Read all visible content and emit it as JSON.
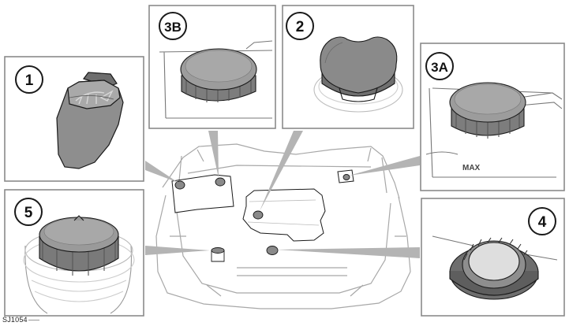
{
  "figure": {
    "reference_code": "SJ1054",
    "panels": [
      {
        "id": "p1",
        "label": "1",
        "part": "washer-reservoir-cap"
      },
      {
        "id": "p3b",
        "label": "3B",
        "part": "coolant-cap"
      },
      {
        "id": "p2",
        "label": "2",
        "part": "engine-oil-filler-cap"
      },
      {
        "id": "p3a",
        "label": "3A",
        "part": "coolant-expansion-tank-cap",
        "marking": "MAX"
      },
      {
        "id": "p5",
        "label": "5",
        "part": "power-steering-reservoir-cap"
      },
      {
        "id": "p4",
        "label": "4",
        "part": "brake-fluid-reservoir-cap"
      }
    ]
  },
  "colors": {
    "cap_dark": "#7d7d7d",
    "cap_mid": "#8e8e8e",
    "cap_light": "#a6a6a6",
    "outline": "#1a1a1a",
    "pointer": "#b4b4b4",
    "panel_border": "#8a8a8a",
    "engine_line": "#a8a8a8"
  }
}
